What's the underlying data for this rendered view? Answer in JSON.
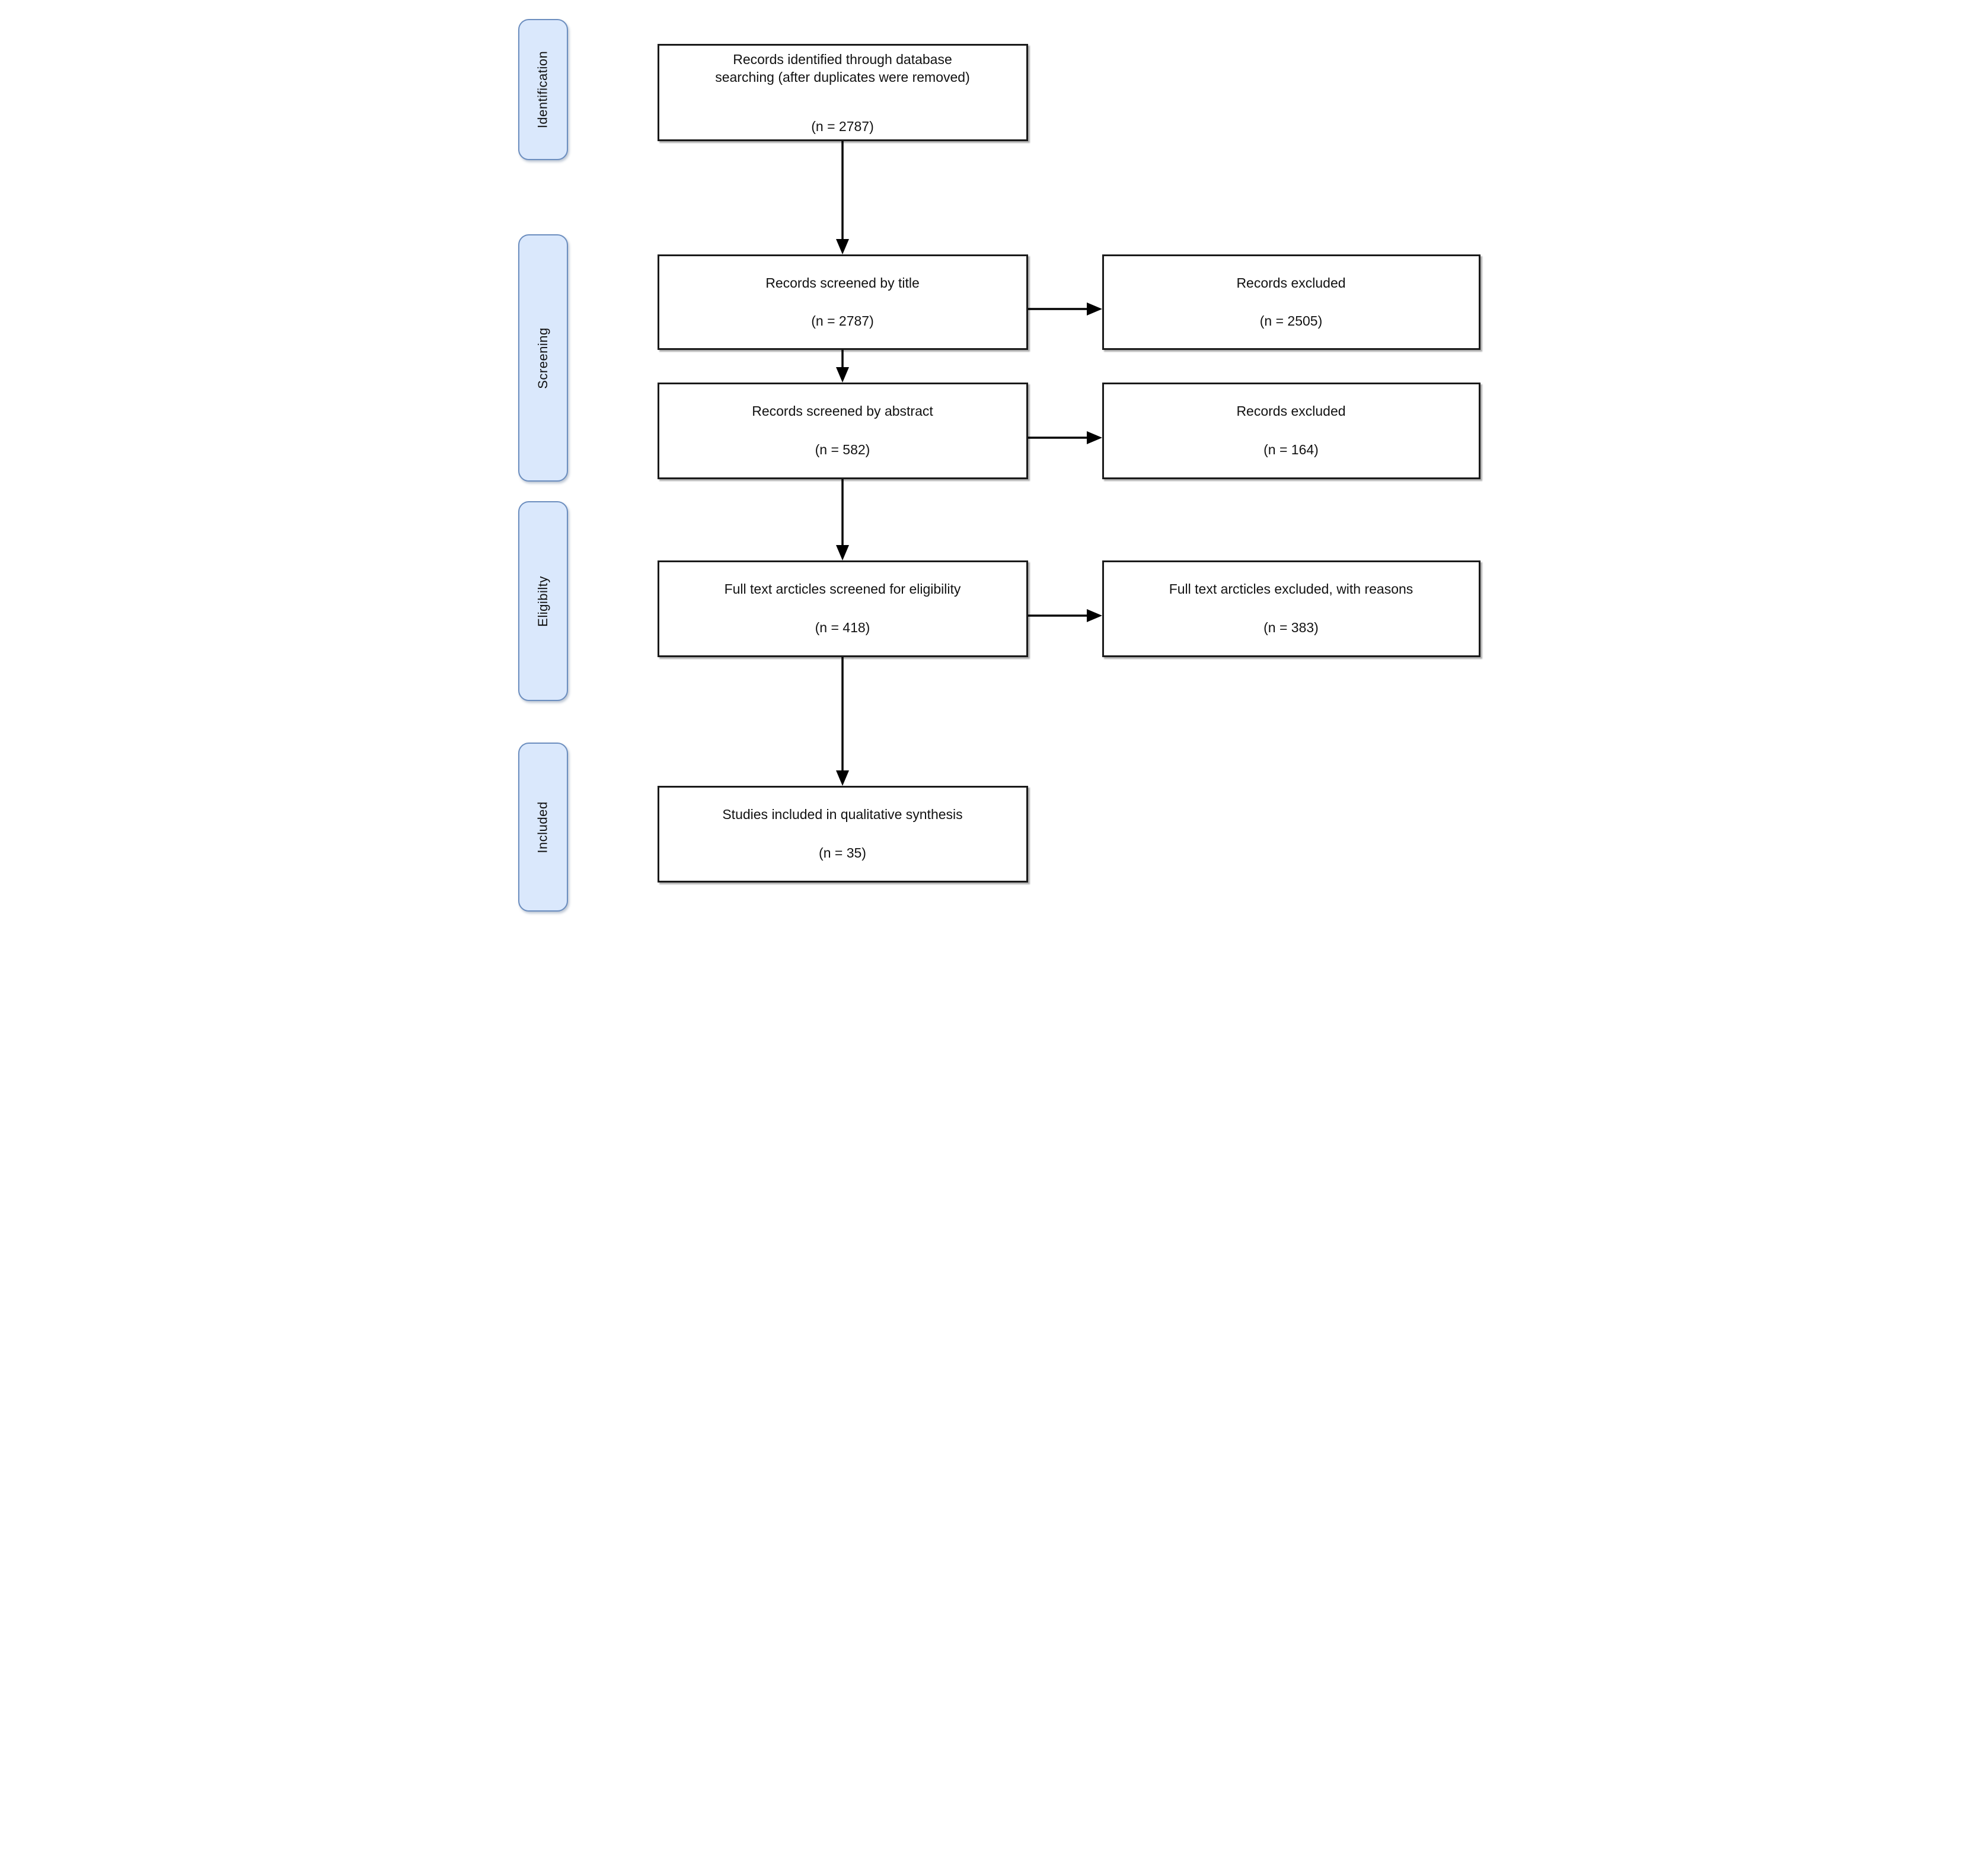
{
  "diagram": {
    "type": "prisma-flow",
    "background": "#ffffff"
  },
  "colors": {
    "stage_fill": "#dae8fc",
    "stage_stroke": "#6c8ebf",
    "box_fill": "#ffffff",
    "box_stroke": "#1a1a1a",
    "text": "#121212",
    "arrow": "#000000"
  },
  "sidebar": {
    "stages": [
      {
        "label": "Identification"
      },
      {
        "label": "Screening"
      },
      {
        "label": "Eligibilty"
      },
      {
        "label": "Included"
      }
    ]
  },
  "flow": {
    "main_boxes": [
      {
        "title": "Records identified through database\nsearching (after duplicates were removed)",
        "n": "(n = 2787)"
      },
      {
        "title": "Records screened by title",
        "n": "(n = 2787)"
      },
      {
        "title": "Records screened by abstract",
        "n": "(n = 582)"
      },
      {
        "title": "Full text arcticles screened for eligibility",
        "n": "(n = 418)"
      },
      {
        "title": "Studies included in qualitative synthesis",
        "n": "(n = 35)"
      }
    ],
    "excluded_boxes": [
      {
        "title": "Records excluded",
        "n": "(n = 2505)"
      },
      {
        "title": "Records excluded",
        "n": "(n = 164)"
      },
      {
        "title": "Full text arcticles excluded, with reasons",
        "n": "(n = 383)"
      }
    ]
  }
}
